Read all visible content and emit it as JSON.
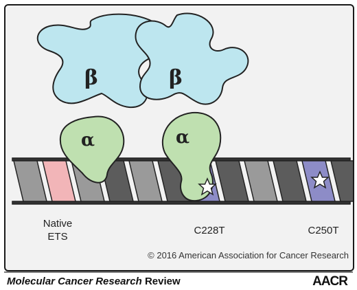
{
  "subunits": {
    "beta_left": "β",
    "beta_right": "β",
    "alpha_left": "α",
    "alpha_right": "α"
  },
  "site_labels": {
    "native_ets": "Native\nETS",
    "c228t": "C228T",
    "c250t": "C250T"
  },
  "copyright": "© 2016 American Association for Cancer Research",
  "footer": {
    "journal": "Molecular Cancer Research",
    "journal_suffix": "Review",
    "logo": "AACR"
  },
  "colors": {
    "beta_fill": "#bde6ef",
    "alpha_fill": "#bfe0b0",
    "native_ets_fill": "#f2b5b8",
    "mutation_site_fill": "#8d8cc7",
    "dna_grey": "#9a9a9a",
    "dna_dark": "#5c5c5c",
    "background": "#f2f2f2"
  }
}
